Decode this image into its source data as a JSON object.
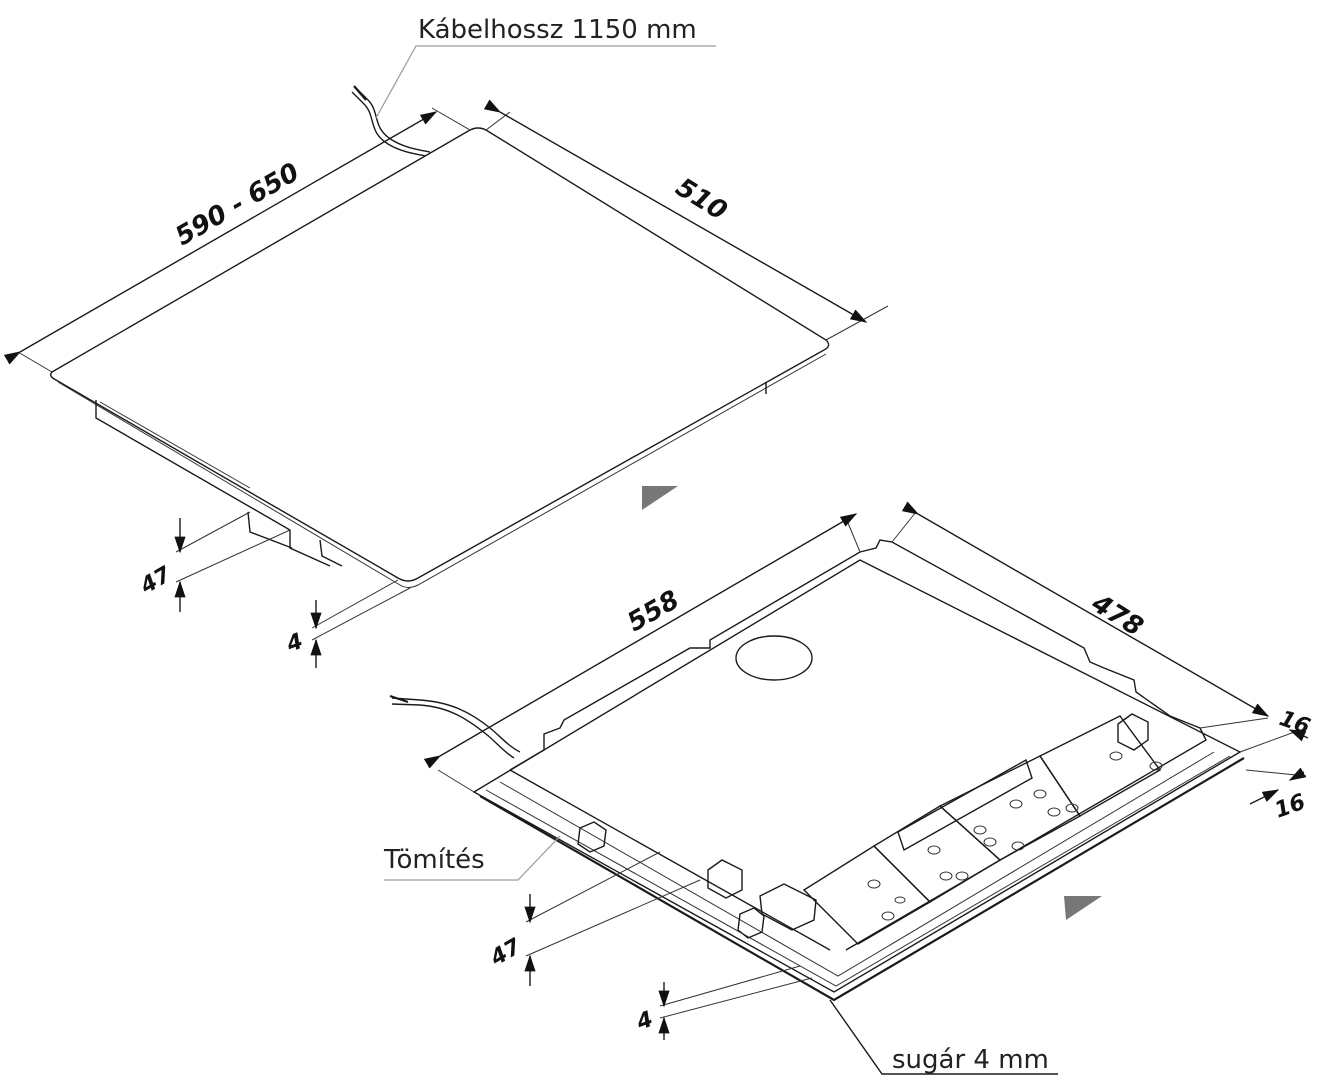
{
  "callouts": {
    "cable_length": "Kábelhossz 1150 mm",
    "seal": "Tömítés",
    "radius": "sugár 4 mm"
  },
  "top_view": {
    "width_range": "590 - 650",
    "depth": "510",
    "height": "47",
    "glass_thickness": "4"
  },
  "bottom_view": {
    "width": "558",
    "depth": "478",
    "offset_top": "16",
    "offset_bottom": "16",
    "height": "47",
    "glass_thickness": "4"
  }
}
